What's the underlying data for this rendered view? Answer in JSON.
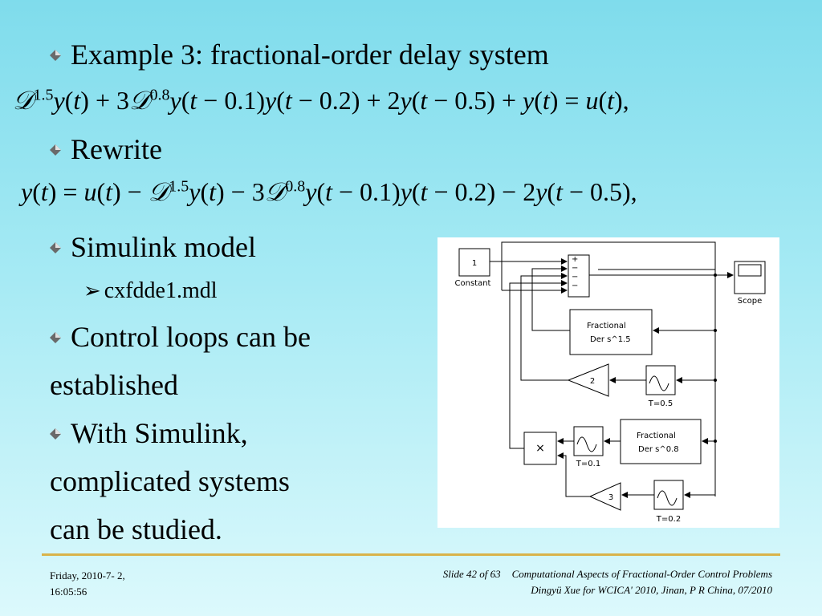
{
  "bullets": {
    "b1": "Example 3: fractional-order delay system",
    "b2": "Rewrite",
    "b3": "Simulink model",
    "b3_sub": "cxfdde1.mdl",
    "b4_line1": "Control loops can be",
    "b4_line2": "established",
    "b5_line1": "With Simulink,",
    "b5_line2": "complicated systems",
    "b5_line3": "can be studied."
  },
  "equations": {
    "eq1": "𝒟^1.5 y(t) + 3𝒟^0.8 y(t − 0.1)y(t − 0.2) + 2y(t − 0.5) + y(t) = u(t),",
    "eq2": "y(t) = u(t) − 𝒟^1.5 y(t) − 3𝒟^0.8 y(t − 0.1)y(t − 0.2) − 2y(t − 0.5),"
  },
  "diagram": {
    "constant_value": "1",
    "constant_label": "Constant",
    "sum_signs": [
      "+",
      "−",
      "−",
      "−"
    ],
    "scope_label": "Scope",
    "frac1_line1": "Fractional",
    "frac1_line2": "Der  s^1.5",
    "gain1": "2",
    "delay1_label": "T=0.5",
    "product_symbol": "×",
    "delay2_label": "T=0.1",
    "frac2_line1": "Fractional",
    "frac2_line2": "Der  s^0.8",
    "gain2": "3",
    "delay3_label": "T=0.2"
  },
  "footer": {
    "date": "Friday,  2010-7- 2,",
    "time": "16:05:56",
    "slide": "Slide 42 of 63",
    "title": "Computational Aspects of Fractional-Order Control Problems",
    "author": "Dingyü Xue for WCICA' 2010, Jinan, P R China, 07/2010"
  },
  "colors": {
    "background_top": "#7fdcec",
    "background_bottom": "#dcf9fc",
    "footer_rule": "#d9b34a"
  }
}
